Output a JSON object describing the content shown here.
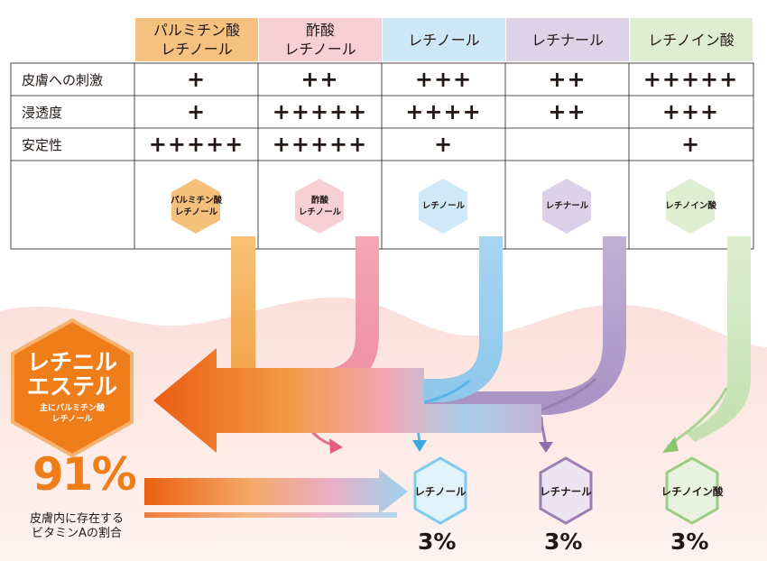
{
  "columns": [
    {
      "label": "パルミチン酸\nレチノール",
      "color": "#f5c17e",
      "hex_label": "パルミチン酸\nレチノール"
    },
    {
      "label": "酢酸\nレチノール",
      "color": "#f6d0d4",
      "hex_label": "酢酸\nレチノール"
    },
    {
      "label": "レチノール",
      "color": "#cde9f7",
      "hex_label": "レチノール"
    },
    {
      "label": "レチナール",
      "color": "#ddd3e8",
      "hex_label": "レチナール"
    },
    {
      "label": "レチノイン酸",
      "color": "#ddeed3",
      "hex_label": "レチノイン酸"
    }
  ],
  "rows": [
    {
      "label": "皮膚への刺激",
      "values": [
        "+",
        "++",
        "+++",
        "++",
        "+++++"
      ]
    },
    {
      "label": "浸透度",
      "values": [
        "+",
        "+++++",
        "++++",
        "++",
        "+++"
      ]
    },
    {
      "label": "安定性",
      "values": [
        "+++++",
        "+++++",
        "+",
        "",
        "+"
      ]
    }
  ],
  "ester": {
    "title": "レチニル\nエステル",
    "subtitle": "主にパルミチン酸\nレチノール",
    "percent": "91%",
    "caption": "皮膚内に存在する\nビタミンAの割合",
    "color": "#ee7d1a"
  },
  "results": [
    {
      "label": "レチノール",
      "percent": "3%",
      "color": "#7ec9ec",
      "fill": "#e2f2fb"
    },
    {
      "label": "レチナール",
      "percent": "3%",
      "color": "#9b7fb0",
      "fill": "#ece4f2"
    },
    {
      "label": "レチノイン酸",
      "percent": "3%",
      "color": "#9ccb86",
      "fill": "#e8f3df"
    }
  ]
}
